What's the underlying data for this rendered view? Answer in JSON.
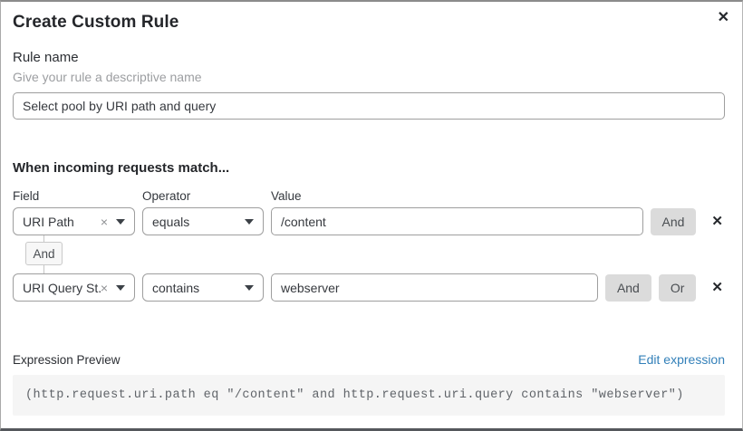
{
  "modal": {
    "title": "Create Custom Rule"
  },
  "icons": {
    "close": "✕",
    "remove": "✕",
    "clear": "×"
  },
  "rule_name": {
    "label": "Rule name",
    "helper": "Give your rule a descriptive name",
    "value": "Select pool by URI path and query"
  },
  "matcher": {
    "heading": "When incoming requests match...",
    "columns": {
      "field": "Field",
      "operator": "Operator",
      "value": "Value"
    },
    "connector": "And",
    "rows": [
      {
        "field": "URI Path",
        "operator": "equals",
        "value": "/content",
        "and_label": "And"
      },
      {
        "field": "URI Query St...",
        "operator": "contains",
        "value": "webserver",
        "and_label": "And",
        "or_label": "Or"
      }
    ]
  },
  "expression": {
    "label": "Expression Preview",
    "edit_link": "Edit expression",
    "code": "(http.request.uri.path eq \"/content\" and http.request.uri.query contains \"webserver\")"
  },
  "colors": {
    "link_blue": "#3380b9",
    "input_border": "#9e9e9e",
    "button_bg": "#dbdbdb",
    "code_bg": "#f5f5f5"
  }
}
